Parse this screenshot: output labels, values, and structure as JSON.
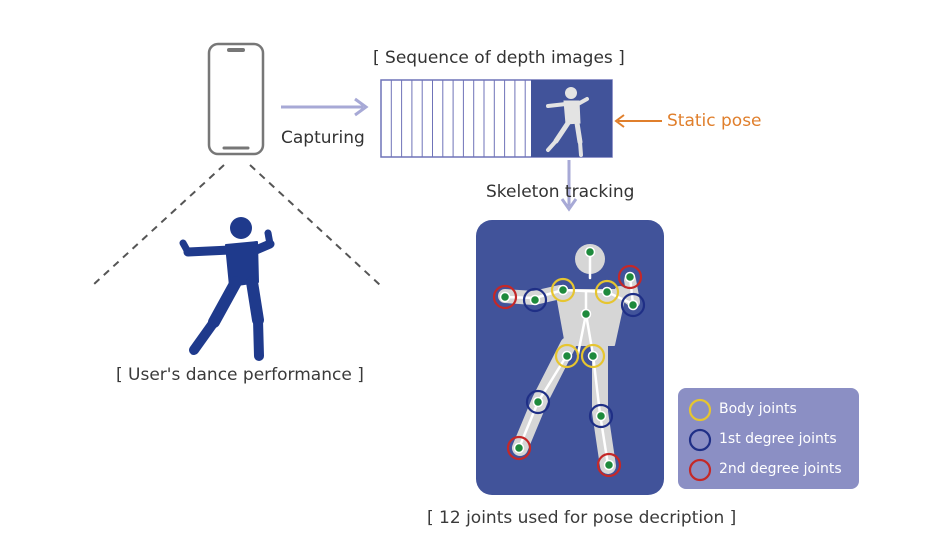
{
  "labels": {
    "sequence_title": "[ Sequence of depth images ]",
    "capturing": "Capturing",
    "static_pose": "Static pose",
    "skeleton_tracking": "Skeleton  tracking",
    "user_caption": "[ User's dance performance ]",
    "joints_caption": "[ 12 joints used for pose decription ]"
  },
  "legend": [
    {
      "label": "Body joints",
      "color": "#e6c530"
    },
    {
      "label": "1st degree joints",
      "color": "#1f2f86"
    },
    {
      "label": "2nd degree joints",
      "color": "#c42828"
    }
  ],
  "colors": {
    "panel": "#41539a",
    "legend_bg": "#8b8fc4",
    "arrow": "#a7a9d6",
    "accent": "#e07f2c",
    "figure": "#1f3a8c",
    "skeleton": "#d6d6d6",
    "joint_dot": "#1e8a3c"
  },
  "icons": [
    "smartphone-icon",
    "dancer-figure",
    "depth-silhouette",
    "skeleton-figure"
  ]
}
